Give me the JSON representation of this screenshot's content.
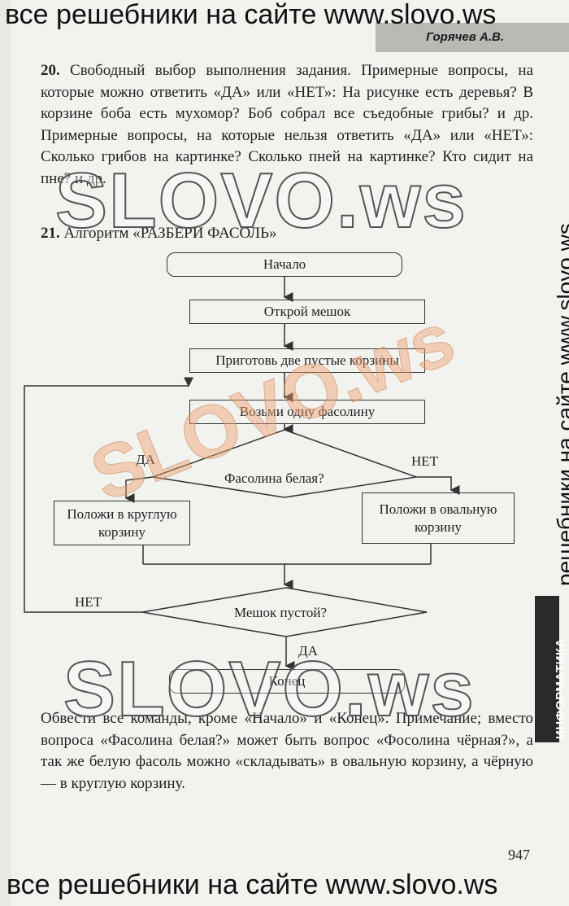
{
  "banner_top": "все решебники на сайте www.slovo.ws",
  "banner_bottom": "все решебники на сайте www.slovo.ws",
  "author": "Горячев А.В.",
  "q20": {
    "number": "20.",
    "text": "Свободный выбор выполнения задания. Примерные вопросы, на которые можно ответить «ДА» или «НЕТ»: На рисунке есть деревья? В корзине боба есть мухомор? Боб собрал все съедобные грибы? и др. Примерные вопросы, на которые нельзя ответить «ДА» или «НЕТ»: Сколько грибов на картинке? Сколько пней на картинке? Кто сидит на пне? и др."
  },
  "q21": {
    "number": "21.",
    "text": "Алгоритм «РАЗБЕРИ ФАСОЛЬ»"
  },
  "flowchart": {
    "start": "Начало",
    "open_bag": "Открой мешок",
    "prepare": "Приготовь две пустые корзины",
    "take_bean": "Возьми одну фасолину",
    "is_white": "Фасолина белая?",
    "yes": "ДА",
    "no": "НЕТ",
    "put_round": "Положи в круглую корзину",
    "put_oval": "Положи в овальную корзину",
    "bag_empty": "Мешок пустой?",
    "loop_no": "НЕТ",
    "exit_yes": "ДА",
    "end": "Конец"
  },
  "note": "Обвести все команды, кроме «Начало» и «Конец». Примечание; вместо вопроса «Фасолина белая?» может быть вопрос «Фосолина чёрная?», а так же белую фасоль можно «складывать» в овальную корзину, а чёрную — в круглую корзину.",
  "side_text": "решебники на сайте www.slovo.ws",
  "side_tab": "ИНФОРМАТИКА",
  "page_number": "947",
  "watermark": "SLOVO.ws",
  "watermark_color": "SLOVO.ws"
}
